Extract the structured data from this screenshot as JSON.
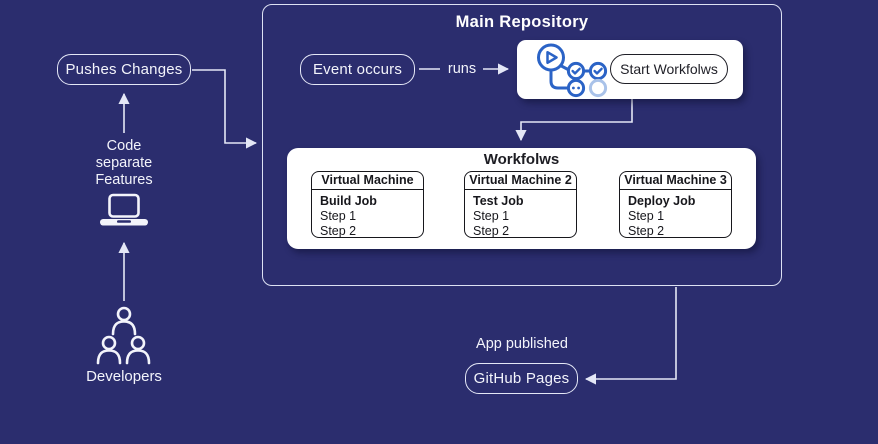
{
  "colors": {
    "background": "#2b2d6e",
    "line": "#e4e7f6",
    "panel": "#ffffff",
    "dark_text": "#1d1d23",
    "actions_blue": "#2b63c6",
    "actions_blue_light": "#a9c2e9"
  },
  "left_flow": {
    "pushes_changes": "Pushes Changes",
    "code_lines": {
      "0": "Code",
      "1": "separate",
      "2": "Features"
    },
    "developers_label": "Developers",
    "icons": {
      "laptop": "laptop-icon",
      "developers": "developers-group-icon"
    }
  },
  "repository": {
    "title": "Main Repository",
    "event_occurs": "Event occurs",
    "runs_label": "runs",
    "start_workflows": "Start Workfolws",
    "actions_icon": "github-actions-icon",
    "workflows": {
      "title": "Workfolws",
      "machines": [
        {
          "title": "Virtual Machine",
          "job": "Build Job",
          "steps": [
            "Step 1",
            "Step 2"
          ]
        },
        {
          "title": "Virtual Machine 2",
          "job": "Test Job",
          "steps": [
            "Step 1",
            "Step 2"
          ]
        },
        {
          "title": "Virtual Machine 3",
          "job": "Deploy Job",
          "steps": [
            "Step 1",
            "Step 2"
          ]
        }
      ]
    }
  },
  "publish": {
    "app_published": "App published",
    "github_pages": "GitHub Pages"
  }
}
